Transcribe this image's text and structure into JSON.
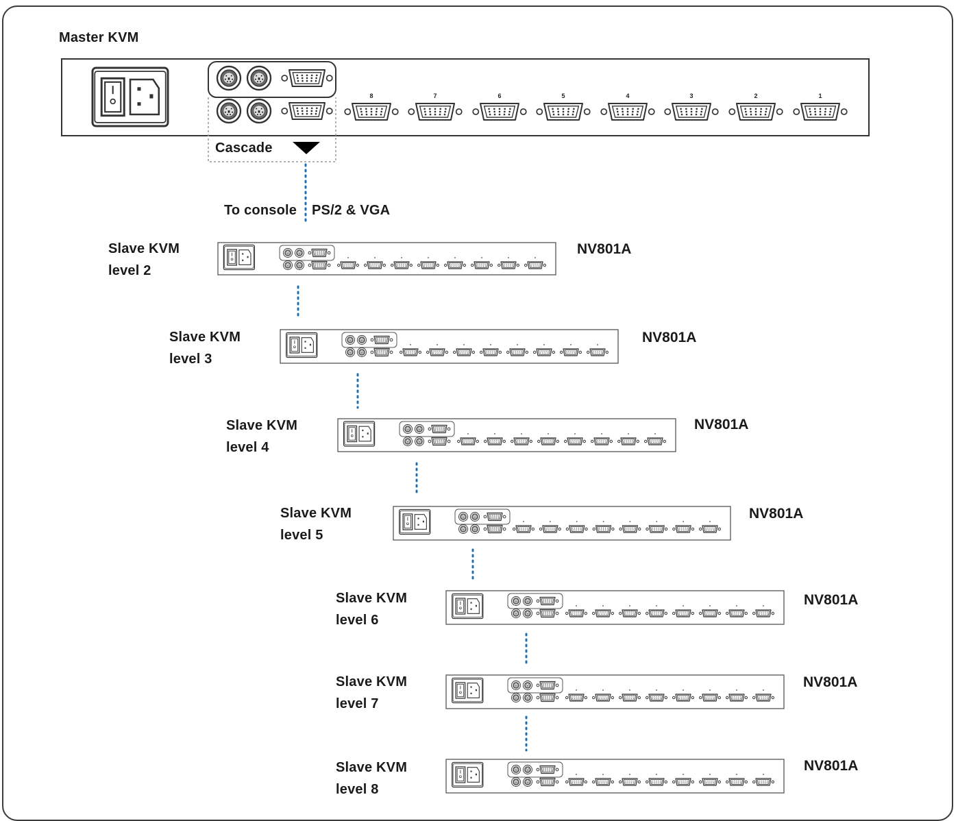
{
  "master": {
    "title": "Master KVM",
    "cascade_label": "Cascade",
    "port_numbers": [
      "8",
      "7",
      "6",
      "5",
      "4",
      "3",
      "2",
      "1"
    ]
  },
  "console_label": "To console",
  "console_type": "PS/2 & VGA",
  "slaves": [
    {
      "title": "Slave KVM",
      "level": "level 2",
      "model": "NV801A"
    },
    {
      "title": "Slave KVM",
      "level": "level 3",
      "model": "NV801A"
    },
    {
      "title": "Slave KVM",
      "level": "level 4",
      "model": "NV801A"
    },
    {
      "title": "Slave KVM",
      "level": "level 5",
      "model": "NV801A"
    },
    {
      "title": "Slave KVM",
      "level": "level 6",
      "model": "NV801A"
    },
    {
      "title": "Slave KVM",
      "level": "level 7",
      "model": "NV801A"
    },
    {
      "title": "Slave KVM",
      "level": "level 8",
      "model": "NV801A"
    }
  ],
  "colors": {
    "link": "#1f6fb5",
    "outline": "#333333",
    "panel": "#f4f4f4"
  }
}
